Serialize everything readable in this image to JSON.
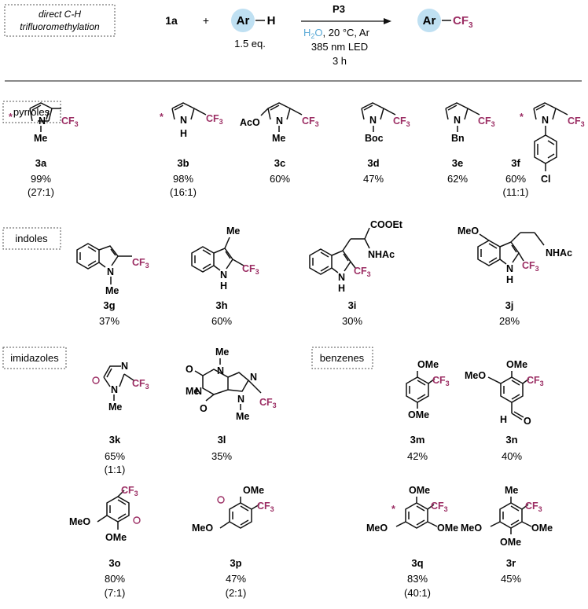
{
  "header": {
    "condition_box": [
      "direct C-H",
      "trifluoromethylation"
    ],
    "reactant": "1a",
    "plus": "+",
    "substrate_ar": "Ar",
    "substrate_h": "H",
    "equiv": "1.5 eq.",
    "catalyst": "P3",
    "solvent_h": "H",
    "solvent_2": "2",
    "solvent_o": "O",
    "conditions_rest": ", 20 °C, Ar",
    "light": "385 nm LED",
    "time": "3 h",
    "product_ar": "Ar",
    "product_cf3": "CF3"
  },
  "categories": {
    "pyrroles": "pyrroles",
    "indoles": "indoles",
    "imidazoles": "imidazoles",
    "benzenes": "benzenes"
  },
  "atoms": {
    "N": "N",
    "H": "H",
    "Me": "Me",
    "Boc": "Boc",
    "Bn": "Bn",
    "Cl": "Cl",
    "AcO": "AcO",
    "OMe": "OMe",
    "MeO": "MeO",
    "COOEt": "COOEt",
    "NHAc": "NHAc",
    "O": "O",
    "CF3": "CF3"
  },
  "compounds": [
    {
      "id": "3a",
      "yield": "99%",
      "ratio": "(27:1)"
    },
    {
      "id": "3b",
      "yield": "98%",
      "ratio": "(16:1)"
    },
    {
      "id": "3c",
      "yield": "60%",
      "ratio": ""
    },
    {
      "id": "3d",
      "yield": "47%",
      "ratio": ""
    },
    {
      "id": "3e",
      "yield": "62%",
      "ratio": ""
    },
    {
      "id": "3f",
      "yield": "60%",
      "ratio": "(11:1)"
    },
    {
      "id": "3g",
      "yield": "37%",
      "ratio": ""
    },
    {
      "id": "3h",
      "yield": "60%",
      "ratio": ""
    },
    {
      "id": "3i",
      "yield": "30%",
      "ratio": ""
    },
    {
      "id": "3j",
      "yield": "28%",
      "ratio": ""
    },
    {
      "id": "3k",
      "yield": "65%",
      "ratio": "(1:1)"
    },
    {
      "id": "3l",
      "yield": "35%",
      "ratio": ""
    },
    {
      "id": "3m",
      "yield": "42%",
      "ratio": ""
    },
    {
      "id": "3n",
      "yield": "40%",
      "ratio": ""
    },
    {
      "id": "3o",
      "yield": "80%",
      "ratio": "(7:1)"
    },
    {
      "id": "3p",
      "yield": "47%",
      "ratio": "(2:1)"
    },
    {
      "id": "3q",
      "yield": "83%",
      "ratio": "(40:1)"
    },
    {
      "id": "3r",
      "yield": "45%",
      "ratio": ""
    }
  ],
  "colors": {
    "cf3": "#9b2d63",
    "water": "#5aa9d6",
    "ar_circle": "#bfe0f2",
    "marker": "#9b2d63"
  }
}
